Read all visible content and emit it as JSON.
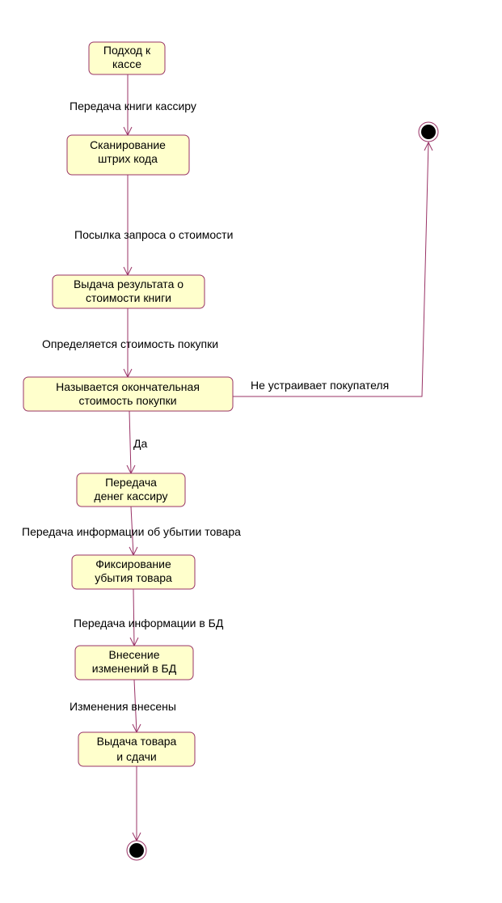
{
  "states": [
    {
      "id": "s1",
      "lines": [
        "Подход к",
        "кассе"
      ]
    },
    {
      "id": "s2",
      "lines": [
        "Сканирование",
        "штрих кода"
      ]
    },
    {
      "id": "s3",
      "lines": [
        "Выдача результата о",
        "стоимости книги"
      ]
    },
    {
      "id": "s4",
      "lines": [
        "Называется окончательная",
        "стоимость покупки"
      ]
    },
    {
      "id": "s5",
      "lines": [
        "Передача",
        "денег кассиру"
      ]
    },
    {
      "id": "s6",
      "lines": [
        "Фиксирование",
        "убытия товара"
      ]
    },
    {
      "id": "s7",
      "lines": [
        "Внесение",
        "изменений в БД"
      ]
    },
    {
      "id": "s8",
      "lines": [
        "Выдача товара",
        "и сдачи"
      ]
    }
  ],
  "transitions": [
    {
      "id": "t1",
      "label": "Передача книги кассиру"
    },
    {
      "id": "t2",
      "label": "Посылка запроса о стоимости"
    },
    {
      "id": "t3",
      "label": "Определяется стоимость покупки"
    },
    {
      "id": "t4",
      "label": "Не устраивает покупателя"
    },
    {
      "id": "t5",
      "label": "Да"
    },
    {
      "id": "t6",
      "label": "Передача информации об убытии товара"
    },
    {
      "id": "t7",
      "label": "Передача информации в БД"
    },
    {
      "id": "t8",
      "label": "Изменения внесены"
    },
    {
      "id": "t9",
      "label": ""
    }
  ],
  "colors": {
    "state_fill": "#ffffcc",
    "line": "#993366"
  }
}
